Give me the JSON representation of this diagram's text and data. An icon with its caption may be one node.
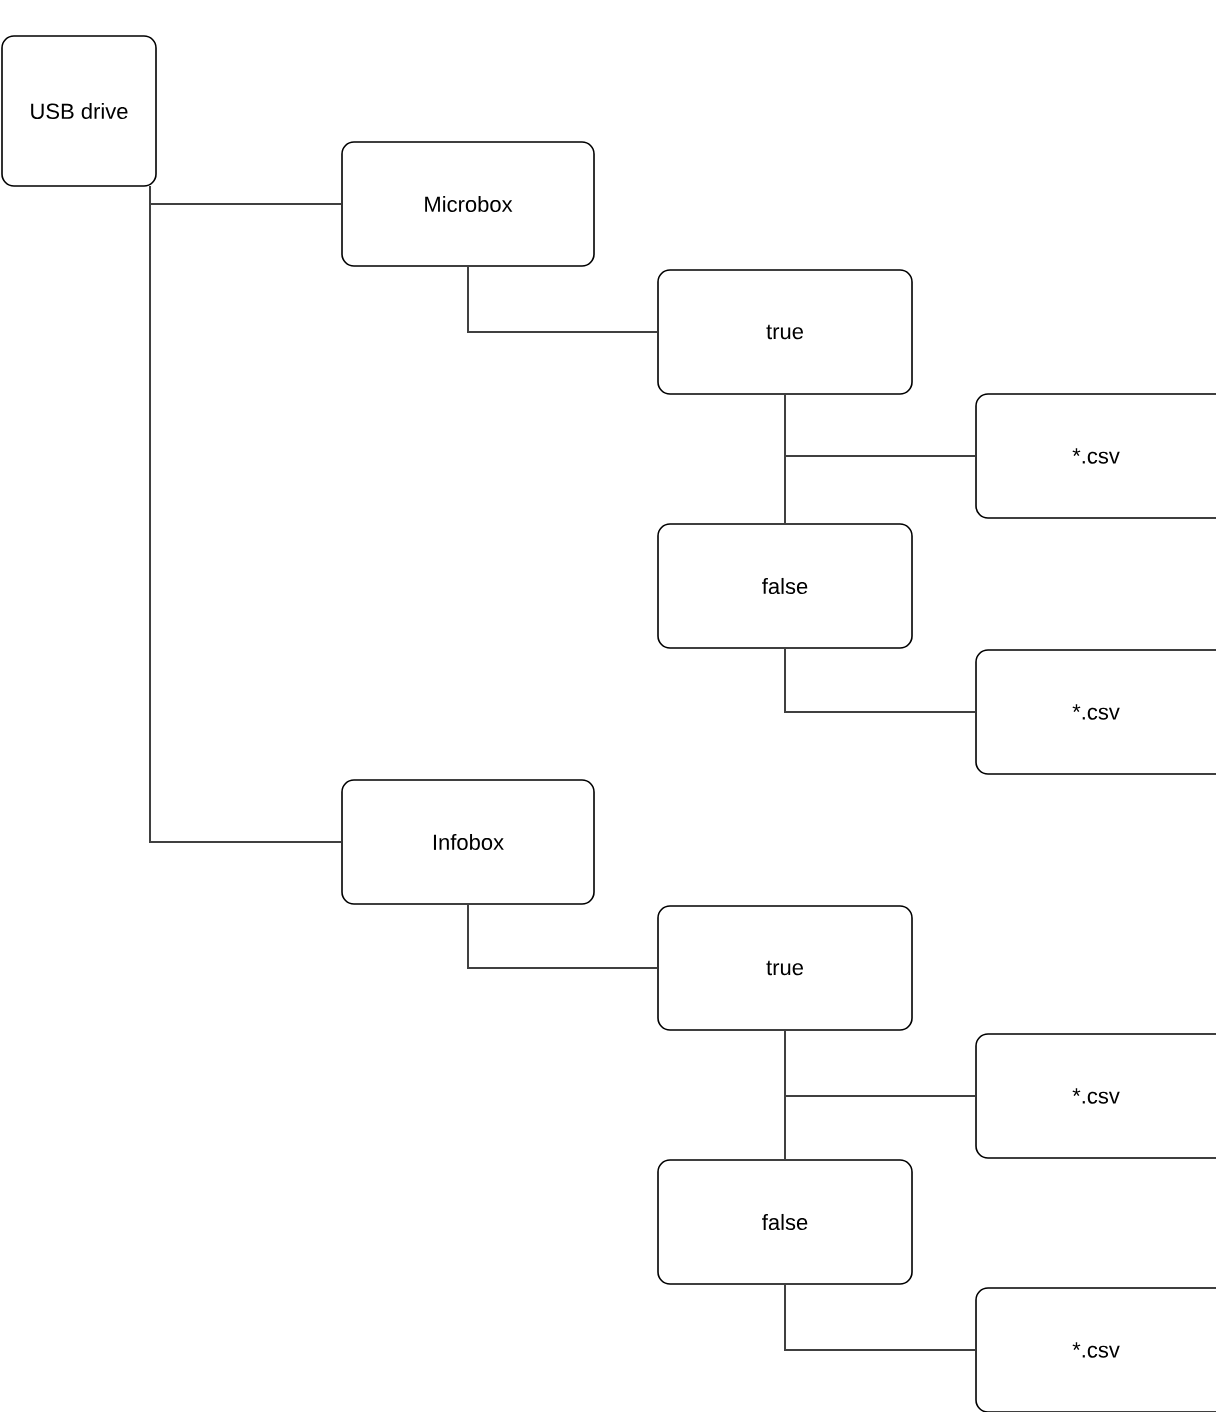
{
  "diagram": {
    "nodes": [
      {
        "text": [
          "USB drive"
        ]
      },
      {
        "text": [
          "Microbox"
        ]
      },
      {
        "text": [
          "true"
        ]
      },
      {
        "text": [
          "*.csv"
        ]
      },
      {
        "text": [
          "false"
        ]
      },
      {
        "text": [
          "*.csv"
        ]
      },
      {
        "text": [
          "Infobox"
        ]
      },
      {
        "text": [
          "true"
        ]
      },
      {
        "text": [
          "*.csv"
        ]
      },
      {
        "text": [
          "false"
        ]
      },
      {
        "text": [
          "*.csv"
        ]
      }
    ],
    "edges": [
      {
        "from": 0,
        "to": 1,
        "arrow": "none"
      },
      {
        "from": 1,
        "to": 2,
        "arrow": "none"
      },
      {
        "from": 2,
        "to": 3,
        "arrow": "none"
      },
      {
        "from": 2,
        "to": 4,
        "arrow": "none"
      },
      {
        "from": 4,
        "to": 5,
        "arrow": "none"
      },
      {
        "from": 0,
        "to": 6,
        "arrow": "none"
      },
      {
        "from": 6,
        "to": 7,
        "arrow": "none"
      },
      {
        "from": 7,
        "to": 8,
        "arrow": "none"
      },
      {
        "from": 7,
        "to": 9,
        "arrow": "none"
      },
      {
        "from": 9,
        "to": 10,
        "arrow": "none"
      }
    ]
  }
}
